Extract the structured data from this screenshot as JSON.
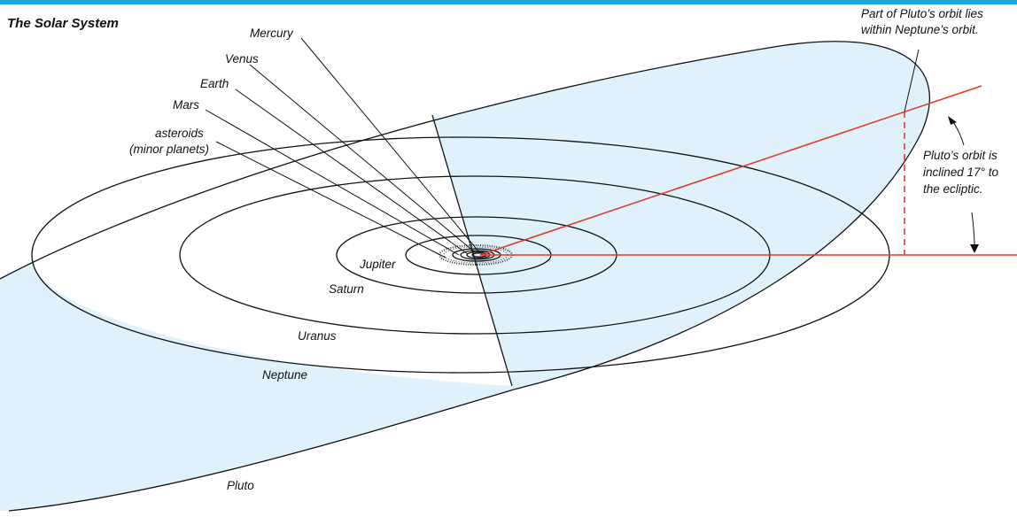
{
  "title": "The Solar System",
  "colors": {
    "accent_bar": "#1aa3dc",
    "pluto_plane": "#dff2fb",
    "inclination_line": "#e03c2b"
  },
  "planets": {
    "mercury": "Mercury",
    "venus": "Venus",
    "earth": "Earth",
    "mars": "Mars",
    "asteroids_line1": "asteroids",
    "asteroids_line2": "(minor planets)",
    "jupiter": "Jupiter",
    "saturn": "Saturn",
    "uranus": "Uranus",
    "neptune": "Neptune",
    "pluto": "Pluto"
  },
  "annotations": {
    "overlap_line1": "Part of Pluto’s orbit lies",
    "overlap_line2": "within Neptune’s orbit.",
    "inclination_line1": "Pluto’s orbit is",
    "inclination_line2": "inclined 17° to",
    "inclination_line3": "the ecliptic."
  }
}
